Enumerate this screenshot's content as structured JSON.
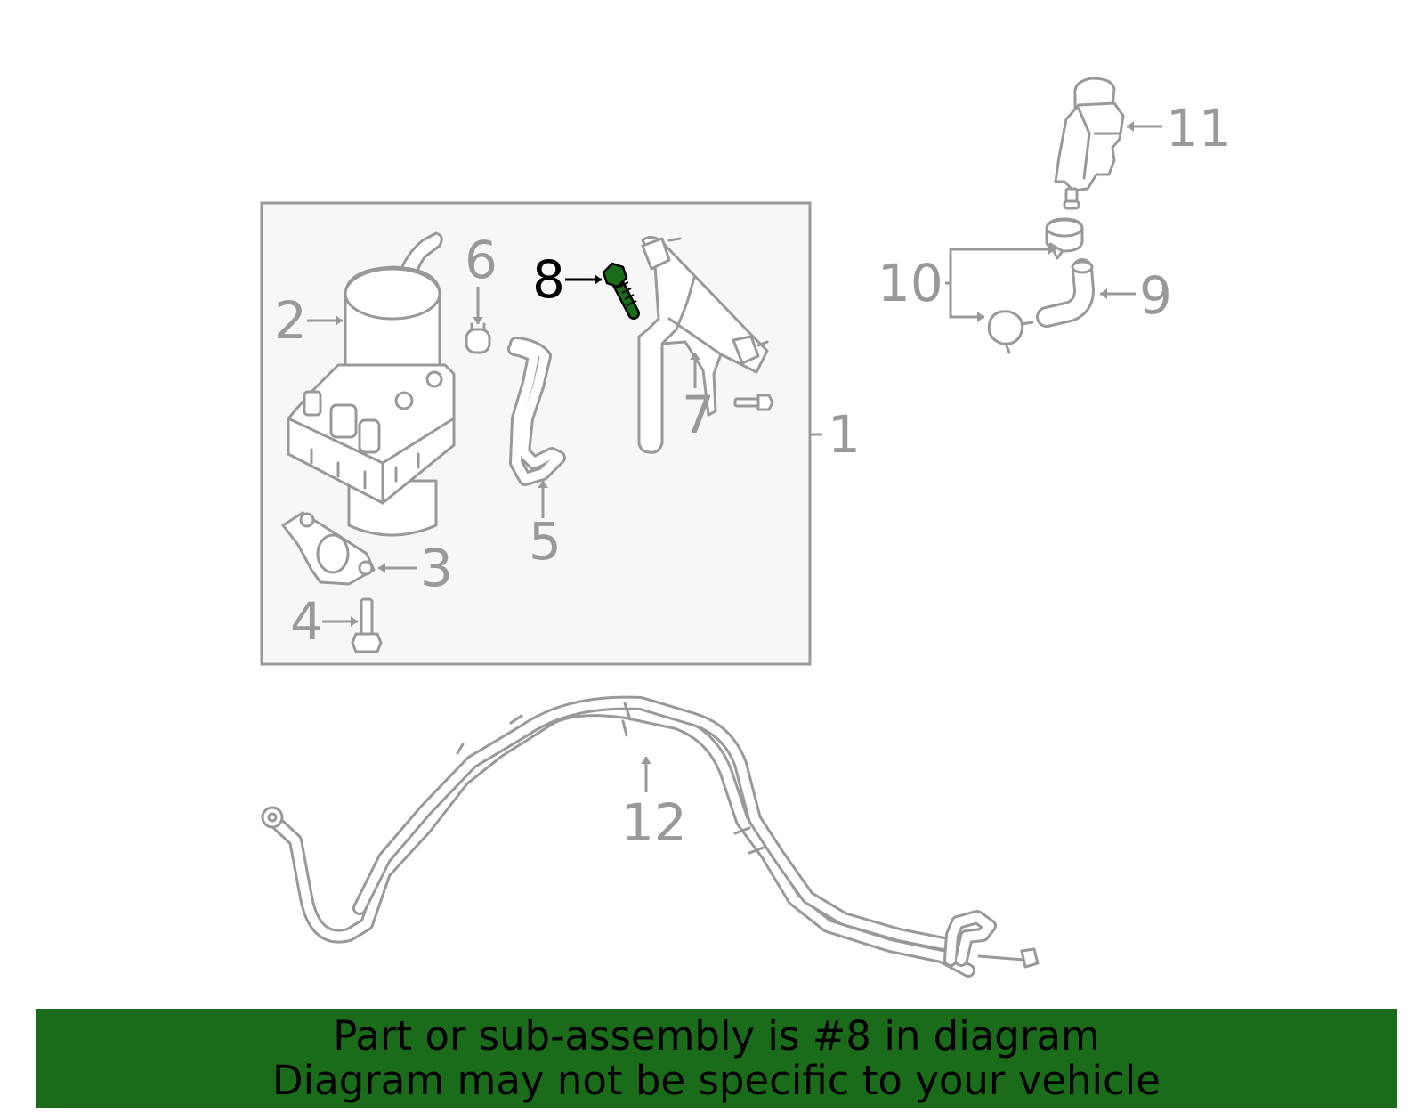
{
  "colors": {
    "line": "#999999",
    "box_fill": "#f7f7f7",
    "highlight_part": "#1a6b1a",
    "highlight_label": "#000000",
    "banner_bg": "#1a6b1a",
    "banner_text": "#000000"
  },
  "callouts": [
    {
      "id": "1",
      "label": "1"
    },
    {
      "id": "2",
      "label": "2"
    },
    {
      "id": "3",
      "label": "3"
    },
    {
      "id": "4",
      "label": "4"
    },
    {
      "id": "5",
      "label": "5"
    },
    {
      "id": "6",
      "label": "6"
    },
    {
      "id": "7",
      "label": "7"
    },
    {
      "id": "8",
      "label": "8",
      "highlighted": true
    },
    {
      "id": "9",
      "label": "9"
    },
    {
      "id": "10",
      "label": "10"
    },
    {
      "id": "11",
      "label": "11"
    },
    {
      "id": "12",
      "label": "12"
    }
  ],
  "banner": {
    "line1": "Part or sub-assembly is #8 in diagram",
    "line2": "Diagram may not be specific to your vehicle"
  }
}
